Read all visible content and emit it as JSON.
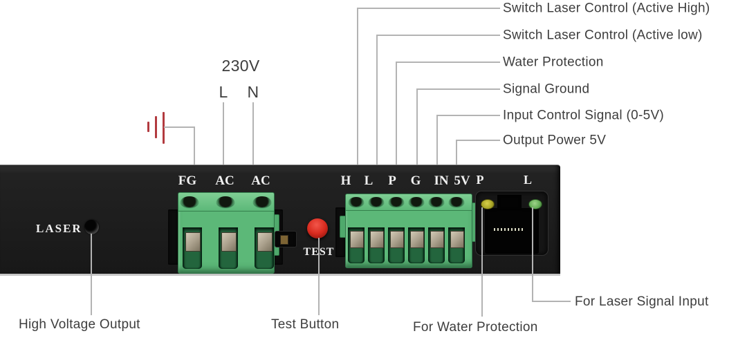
{
  "top_labels": {
    "voltage": "230V",
    "live": "L",
    "neutral": "N"
  },
  "right_callouts": [
    "Switch Laser Control (Active High)",
    "Switch Laser Control (Active low)",
    "Water Protection",
    "Signal Ground",
    "Input Control Signal (0-5V)",
    "Output Power 5V"
  ],
  "bottom_callouts": {
    "high_voltage_output": "High Voltage Output",
    "test_button": "Test Button",
    "water_protection": "For Water Protection",
    "laser_signal_input": "For Laser Signal Input"
  },
  "panel": {
    "laser_label": "LASER",
    "test_label": "TEST",
    "ac_terminals": [
      "FG",
      "AC",
      "AC"
    ],
    "signal_terminals": [
      "H",
      "L",
      "P",
      "G",
      "IN",
      "5V"
    ],
    "port_leds": [
      "P",
      "L"
    ]
  },
  "colors": {
    "terminal_green": "#5cb878",
    "terminal_green_dark": "#2e7346",
    "led_yellow": "#a8a426",
    "led_green": "#63ac55",
    "test_red": "#d92b1f",
    "ground_red": "#b23a3f",
    "line_gray": "#b3b3b3",
    "text_dark": "#3d3d3d",
    "panel_black": "#1d1d1d",
    "label_white": "#f0f0f0"
  }
}
